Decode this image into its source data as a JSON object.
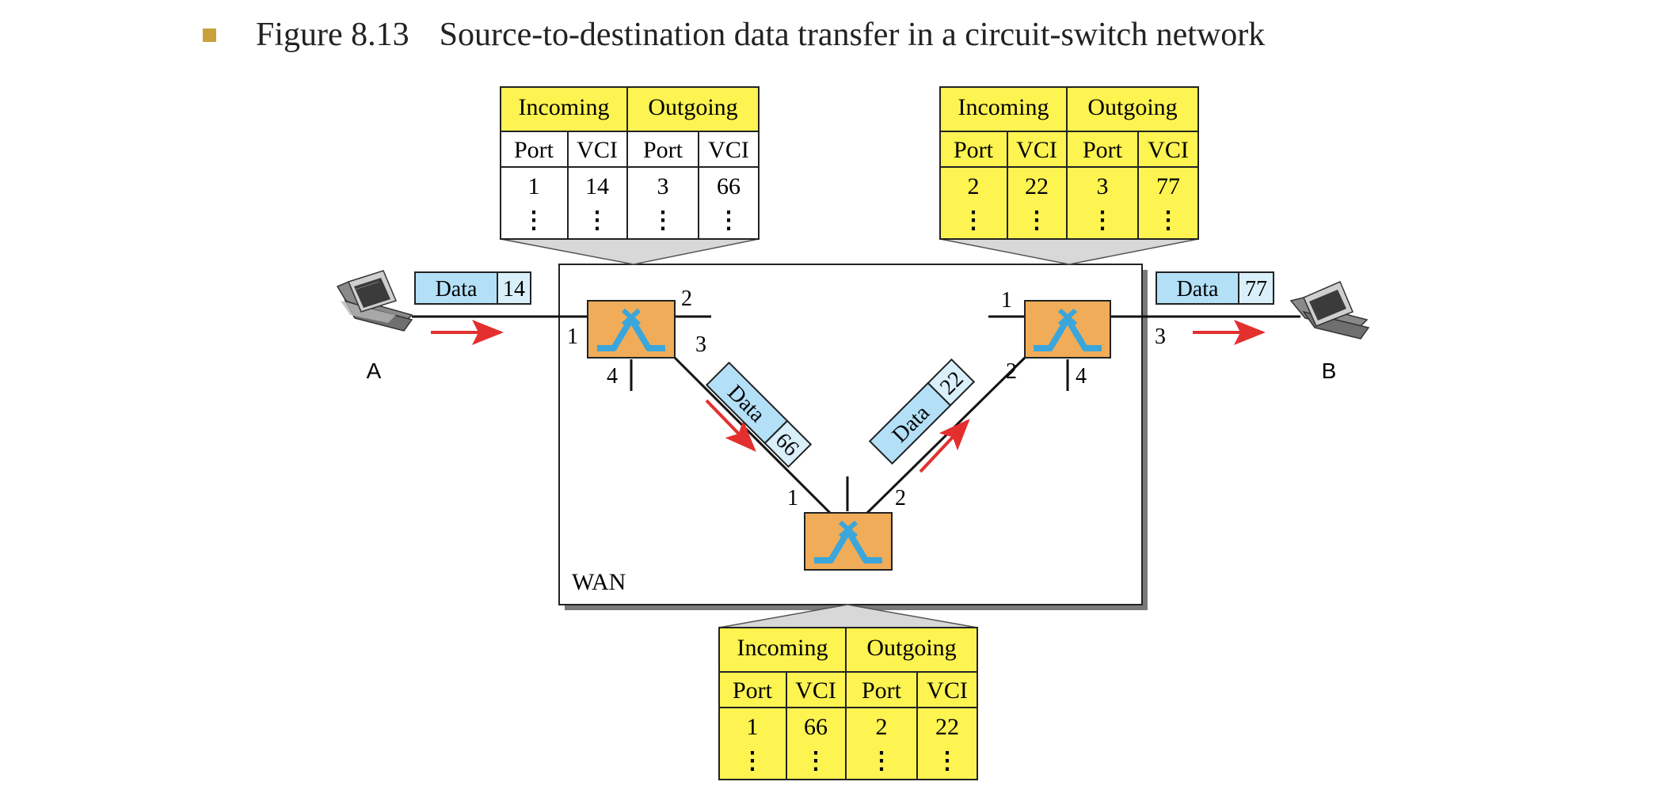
{
  "caption": {
    "figure_number": "Figure 8.13",
    "title": "Source-to-destination data transfer in a circuit-switch network"
  },
  "wan_label": "WAN",
  "hosts": {
    "a": {
      "label": "A"
    },
    "b": {
      "label": "B"
    }
  },
  "frames": {
    "a_to_s1": {
      "data": "Data",
      "vci": "14"
    },
    "s1_to_s3": {
      "data": "Data",
      "vci": "66"
    },
    "s3_to_s2": {
      "data": "Data",
      "vci": "22"
    },
    "s2_to_b": {
      "data": "Data",
      "vci": "77"
    }
  },
  "switches": {
    "s1": {
      "ports": {
        "p1": "1",
        "p2": "2",
        "p3": "3",
        "p4": "4"
      }
    },
    "s2": {
      "ports": {
        "p1": "1",
        "p2": "2",
        "p3": "3",
        "p4": "4"
      }
    },
    "s3": {
      "ports": {
        "p1": "1",
        "p2": "2"
      }
    }
  },
  "tables": {
    "t1": {
      "headers": {
        "incoming": "Incoming",
        "outgoing": "Outgoing"
      },
      "subheaders": [
        "Port",
        "VCI",
        "Port",
        "VCI"
      ],
      "row": [
        "1",
        "14",
        "3",
        "66"
      ],
      "more": "⋮"
    },
    "t2": {
      "headers": {
        "incoming": "Incoming",
        "outgoing": "Outgoing"
      },
      "subheaders": [
        "Port",
        "VCI",
        "Port",
        "VCI"
      ],
      "row": [
        "2",
        "22",
        "3",
        "77"
      ],
      "more": "⋮"
    },
    "t3": {
      "headers": {
        "incoming": "Incoming",
        "outgoing": "Outgoing"
      },
      "subheaders": [
        "Port",
        "VCI",
        "Port",
        "VCI"
      ],
      "row": [
        "1",
        "66",
        "2",
        "22"
      ],
      "more": "⋮"
    }
  },
  "colors": {
    "table_yellow": "#fdf351",
    "frame_blue": "#b3e0f7",
    "switch_orange": "#f0ac58",
    "switch_glyph": "#3aa6dc",
    "arrow_red": "#e3302f",
    "bullet_gold": "#c9a13c"
  }
}
